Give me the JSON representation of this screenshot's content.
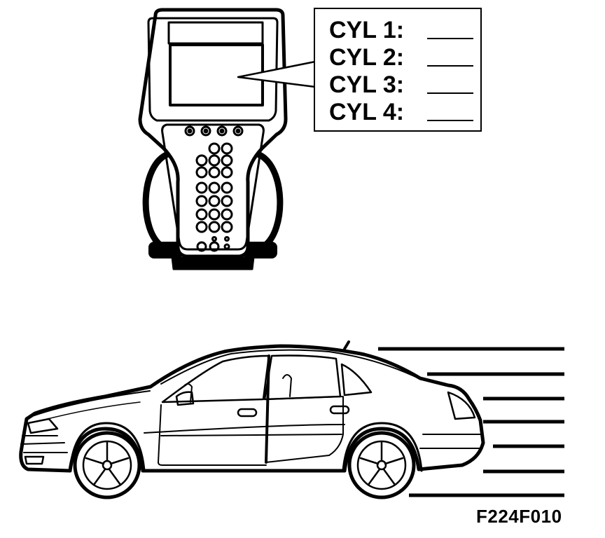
{
  "callout": {
    "rows": [
      {
        "label": "CYL 1:"
      },
      {
        "label": "CYL 2:"
      },
      {
        "label": "CYL 3:"
      },
      {
        "label": "CYL 4:"
      }
    ]
  },
  "figure_code": "F224F010",
  "colors": {
    "ink": "#000000",
    "paper": "#ffffff"
  },
  "icons": [
    "diagnostic-tester-icon",
    "car-side-view-icon",
    "motion-lines-icon"
  ]
}
